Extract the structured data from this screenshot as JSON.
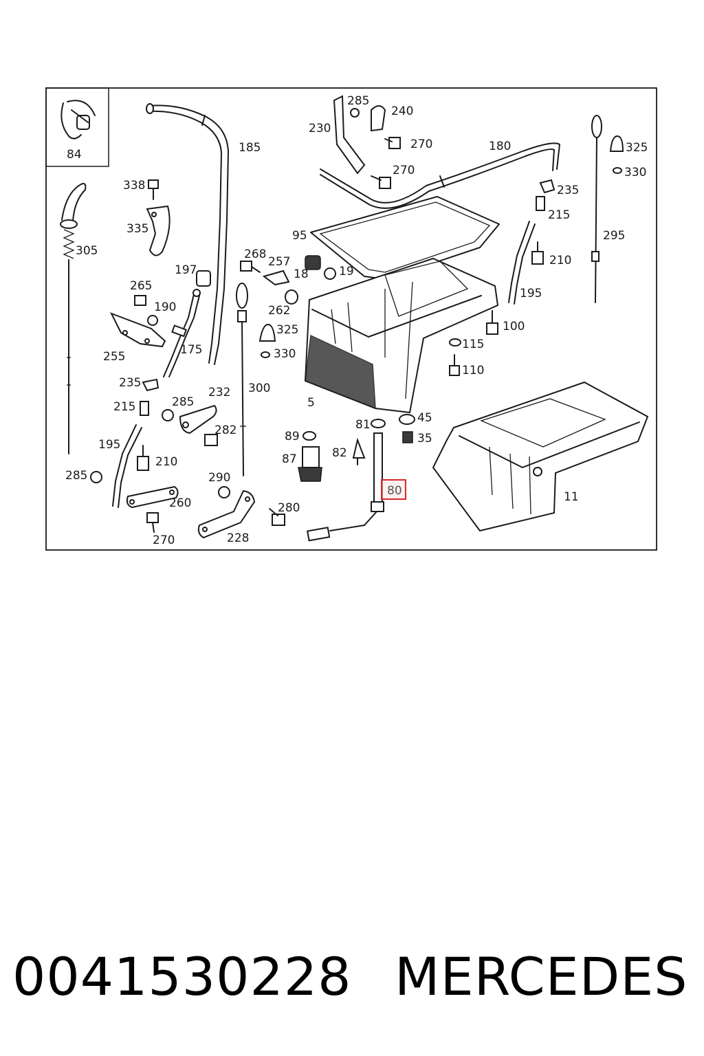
{
  "diagram": {
    "highlighted_callout": "80",
    "highlight_color": "#d9262c",
    "inset_label": "84",
    "callouts": [
      {
        "id": "285",
        "text": "285"
      },
      {
        "id": "240",
        "text": "240"
      },
      {
        "id": "230",
        "text": "230"
      },
      {
        "id": "270a",
        "text": "270"
      },
      {
        "id": "270b",
        "text": "270"
      },
      {
        "id": "180",
        "text": "180"
      },
      {
        "id": "185",
        "text": "185"
      },
      {
        "id": "325a",
        "text": "325"
      },
      {
        "id": "330a",
        "text": "330"
      },
      {
        "id": "235a",
        "text": "235"
      },
      {
        "id": "215a",
        "text": "215"
      },
      {
        "id": "295",
        "text": "295"
      },
      {
        "id": "210a",
        "text": "210"
      },
      {
        "id": "195a",
        "text": "195"
      },
      {
        "id": "338",
        "text": "338"
      },
      {
        "id": "335",
        "text": "335"
      },
      {
        "id": "305",
        "text": "305"
      },
      {
        "id": "95",
        "text": "95"
      },
      {
        "id": "268",
        "text": "268"
      },
      {
        "id": "257",
        "text": "257"
      },
      {
        "id": "18",
        "text": "18"
      },
      {
        "id": "19",
        "text": "19"
      },
      {
        "id": "197",
        "text": "197"
      },
      {
        "id": "265",
        "text": "265"
      },
      {
        "id": "190",
        "text": "190"
      },
      {
        "id": "262",
        "text": "262"
      },
      {
        "id": "325b",
        "text": "325"
      },
      {
        "id": "330b",
        "text": "330"
      },
      {
        "id": "100",
        "text": "100"
      },
      {
        "id": "115",
        "text": "115"
      },
      {
        "id": "110",
        "text": "110"
      },
      {
        "id": "175",
        "text": "175"
      },
      {
        "id": "255",
        "text": "255"
      },
      {
        "id": "300",
        "text": "300"
      },
      {
        "id": "5",
        "text": "5"
      },
      {
        "id": "235b",
        "text": "235"
      },
      {
        "id": "215b",
        "text": "215"
      },
      {
        "id": "285b",
        "text": "285"
      },
      {
        "id": "232",
        "text": "232"
      },
      {
        "id": "81",
        "text": "81"
      },
      {
        "id": "45",
        "text": "45"
      },
      {
        "id": "35",
        "text": "35"
      },
      {
        "id": "282",
        "text": "282"
      },
      {
        "id": "89",
        "text": "89"
      },
      {
        "id": "82",
        "text": "82"
      },
      {
        "id": "195b",
        "text": "195"
      },
      {
        "id": "210b",
        "text": "210"
      },
      {
        "id": "87",
        "text": "87"
      },
      {
        "id": "285c",
        "text": "285"
      },
      {
        "id": "290",
        "text": "290"
      },
      {
        "id": "80",
        "text": "80"
      },
      {
        "id": "11",
        "text": "11"
      },
      {
        "id": "260",
        "text": "260"
      },
      {
        "id": "280",
        "text": "280"
      },
      {
        "id": "270c",
        "text": "270"
      },
      {
        "id": "228",
        "text": "228"
      }
    ]
  },
  "footer": {
    "part_number": "0041530228",
    "brand": "MERCEDES"
  }
}
